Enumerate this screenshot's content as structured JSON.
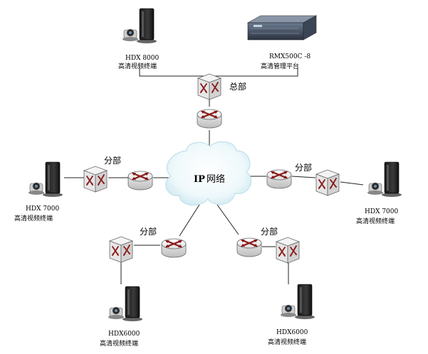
{
  "network": {
    "cloud_label_ip": "IP",
    "cloud_label_text": "网络"
  },
  "hq": {
    "label": "总部",
    "terminal_model": "HDX  8000",
    "terminal_desc": "高清视频终端",
    "mcu_model": "RMX500C -8",
    "mcu_desc": "高清管理平台"
  },
  "branches": [
    {
      "label": "分部",
      "terminal_model": "HDX 7000",
      "terminal_desc": "高清视频终端"
    },
    {
      "label": "分部",
      "terminal_model": "HDX 7000",
      "terminal_desc": "高清视频终端"
    },
    {
      "label": "分部",
      "terminal_model": "HDX6000",
      "terminal_desc": "高清视频终端"
    },
    {
      "label": "分部",
      "terminal_model": "HDX6000",
      "terminal_desc": "高清视频终端"
    }
  ]
}
